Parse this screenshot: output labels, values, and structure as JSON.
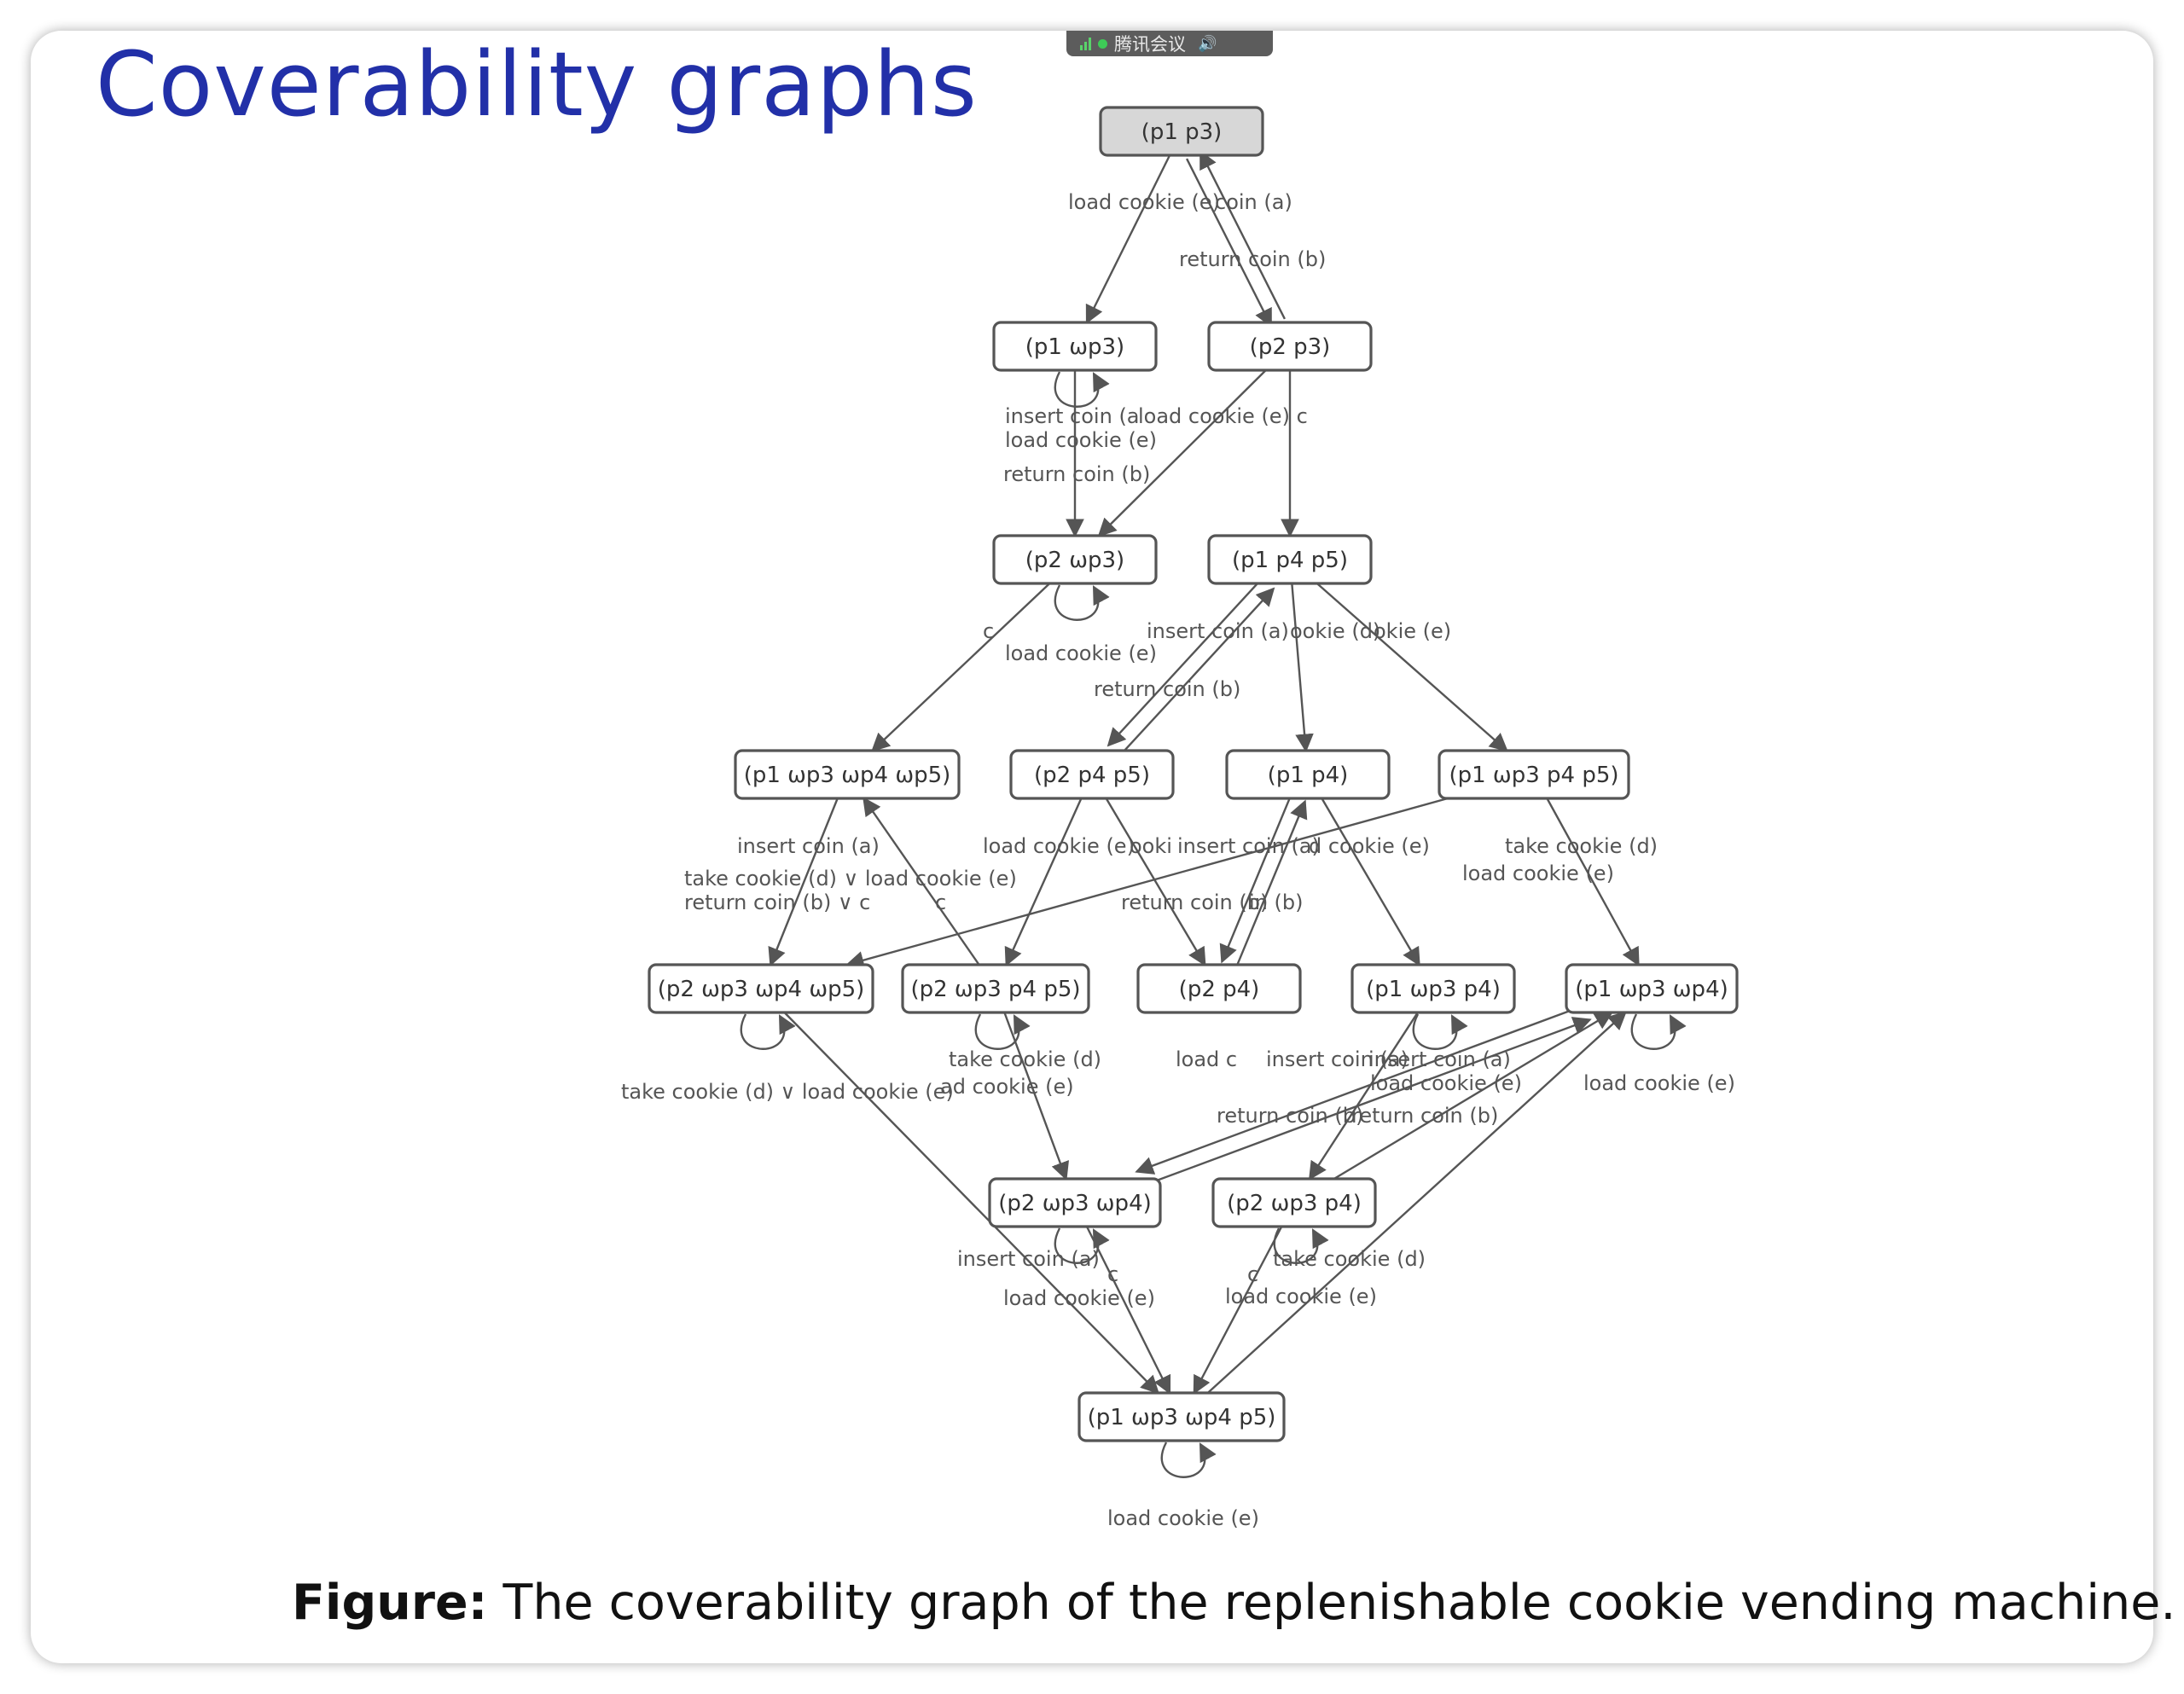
{
  "slide": {
    "title": "Coverability graphs",
    "caption_bold": "Figure:",
    "caption_text": " The coverability graph of the replenishable cookie vending machine."
  },
  "meeting_bar": {
    "label": "腾讯会议",
    "icons": [
      "signal-icon",
      "status-dot-icon",
      "speaker-icon"
    ],
    "accent": "#59d36a"
  },
  "colors": {
    "title": "#2230a8",
    "node_border": "#555555",
    "start_node_fill": "#d7d7d7",
    "edge": "#555555"
  },
  "graph": {
    "nodes": [
      {
        "id": "n0",
        "label": "(p1 p3)",
        "start": true
      },
      {
        "id": "n1",
        "label": "(p1 ωp3)"
      },
      {
        "id": "n2",
        "label": "(p2 p3)"
      },
      {
        "id": "n3",
        "label": "(p2 ωp3)"
      },
      {
        "id": "n4",
        "label": "(p1 p4 p5)"
      },
      {
        "id": "n5",
        "label": "(p1 ωp3 ωp4 ωp5)"
      },
      {
        "id": "n6",
        "label": "(p2 p4 p5)"
      },
      {
        "id": "n7",
        "label": "(p1 p4)"
      },
      {
        "id": "n8",
        "label": "(p1 ωp3 p4 p5)"
      },
      {
        "id": "n9",
        "label": "(p2 ωp3 ωp4 ωp5)"
      },
      {
        "id": "n10",
        "label": "(p2 ωp3 p4 p5)"
      },
      {
        "id": "n11",
        "label": "(p2 p4)"
      },
      {
        "id": "n12",
        "label": "(p1 ωp3 p4)"
      },
      {
        "id": "n13",
        "label": "(p1 ωp3 ωp4)"
      },
      {
        "id": "n14",
        "label": "(p2 ωp3 ωp4)"
      },
      {
        "id": "n15",
        "label": "(p2 ωp3 p4)"
      },
      {
        "id": "n16",
        "label": "(p1 ωp3 ωp4 p5)"
      }
    ],
    "edges": [
      {
        "from": "n0",
        "to": "n1"
      },
      {
        "from": "n0",
        "to": "n2"
      },
      {
        "from": "n2",
        "to": "n0"
      },
      {
        "from": "n1",
        "to": "n3"
      },
      {
        "from": "n2",
        "to": "n3"
      },
      {
        "from": "n2",
        "to": "n4"
      },
      {
        "from": "n3",
        "to": "n5"
      },
      {
        "from": "n4",
        "to": "n6"
      },
      {
        "from": "n6",
        "to": "n4"
      },
      {
        "from": "n4",
        "to": "n7"
      },
      {
        "from": "n4",
        "to": "n8"
      },
      {
        "from": "n5",
        "to": "n9"
      },
      {
        "from": "n10",
        "to": "n5"
      },
      {
        "from": "n6",
        "to": "n10"
      },
      {
        "from": "n6",
        "to": "n11"
      },
      {
        "from": "n11",
        "to": "n7"
      },
      {
        "from": "n7",
        "to": "n11"
      },
      {
        "from": "n7",
        "to": "n12"
      },
      {
        "from": "n8",
        "to": "n9"
      },
      {
        "from": "n8",
        "to": "n13"
      },
      {
        "from": "n10",
        "to": "n14"
      },
      {
        "from": "n12",
        "to": "n15"
      },
      {
        "from": "n15",
        "to": "n13"
      },
      {
        "from": "n14",
        "to": "n13"
      },
      {
        "from": "n13",
        "to": "n14"
      },
      {
        "from": "n9",
        "to": "n16"
      },
      {
        "from": "n14",
        "to": "n16"
      },
      {
        "from": "n15",
        "to": "n16"
      },
      {
        "from": "n16",
        "to": "n13"
      }
    ],
    "self_loops": [
      "n1",
      "n3",
      "n9",
      "n10",
      "n12",
      "n13",
      "n14",
      "n15",
      "n16"
    ],
    "edge_labels": [
      {
        "id": "l1",
        "text": "load cookie (e)"
      },
      {
        "id": "l2",
        "text": "coin (a)"
      },
      {
        "id": "l3",
        "text": "return coin (b)"
      },
      {
        "id": "l4",
        "text": "insert coin (a"
      },
      {
        "id": "l5",
        "text": "load cookie (e) c"
      },
      {
        "id": "l6",
        "text": "load cookie (e)"
      },
      {
        "id": "l7",
        "text": "return coin (b)"
      },
      {
        "id": "l8",
        "text": "c"
      },
      {
        "id": "l9",
        "text": "load cookie (e)"
      },
      {
        "id": "l10",
        "text": "insert coin (a)"
      },
      {
        "id": "l11",
        "text": "ookie (d)"
      },
      {
        "id": "l12",
        "text": "okie (e)"
      },
      {
        "id": "l13",
        "text": "return coin (b)"
      },
      {
        "id": "l14",
        "text": "insert coin (a)"
      },
      {
        "id": "l15",
        "text": "take cookie (d) ∨ load cookie (e)"
      },
      {
        "id": "l16",
        "text": "return coin (b) ∨ c"
      },
      {
        "id": "l17",
        "text": "c"
      },
      {
        "id": "l18",
        "text": "load cookie (e)"
      },
      {
        "id": "l19",
        "text": "ooki"
      },
      {
        "id": "l20",
        "text": "insert coin (a)"
      },
      {
        "id": "l21",
        "text": "d cookie (e)"
      },
      {
        "id": "l22",
        "text": "take cookie (d)"
      },
      {
        "id": "l23",
        "text": "load cookie (e)"
      },
      {
        "id": "l24",
        "text": "return coin (b)"
      },
      {
        "id": "l25",
        "text": "in (b)"
      },
      {
        "id": "l26",
        "text": "take cookie (d) ∨ load cookie (e)"
      },
      {
        "id": "l27",
        "text": "take cookie (d)"
      },
      {
        "id": "l28",
        "text": "ad cookie (e)"
      },
      {
        "id": "l29",
        "text": "load c"
      },
      {
        "id": "l30",
        "text": "insert coin (a)"
      },
      {
        "id": "l31",
        "text": "insert coin (a)"
      },
      {
        "id": "l32",
        "text": "load cookie (e)"
      },
      {
        "id": "l33",
        "text": "return coin (b)"
      },
      {
        "id": "l34",
        "text": "return coin (b)"
      },
      {
        "id": "l35",
        "text": "load cookie (e)"
      },
      {
        "id": "l36",
        "text": "insert coin (a)"
      },
      {
        "id": "l37",
        "text": "c"
      },
      {
        "id": "l38",
        "text": "load cookie (e)"
      },
      {
        "id": "l39",
        "text": "c"
      },
      {
        "id": "l40",
        "text": "take cookie (d)"
      },
      {
        "id": "l41",
        "text": "load cookie (e)"
      },
      {
        "id": "l42",
        "text": "load cookie (e)"
      }
    ]
  }
}
